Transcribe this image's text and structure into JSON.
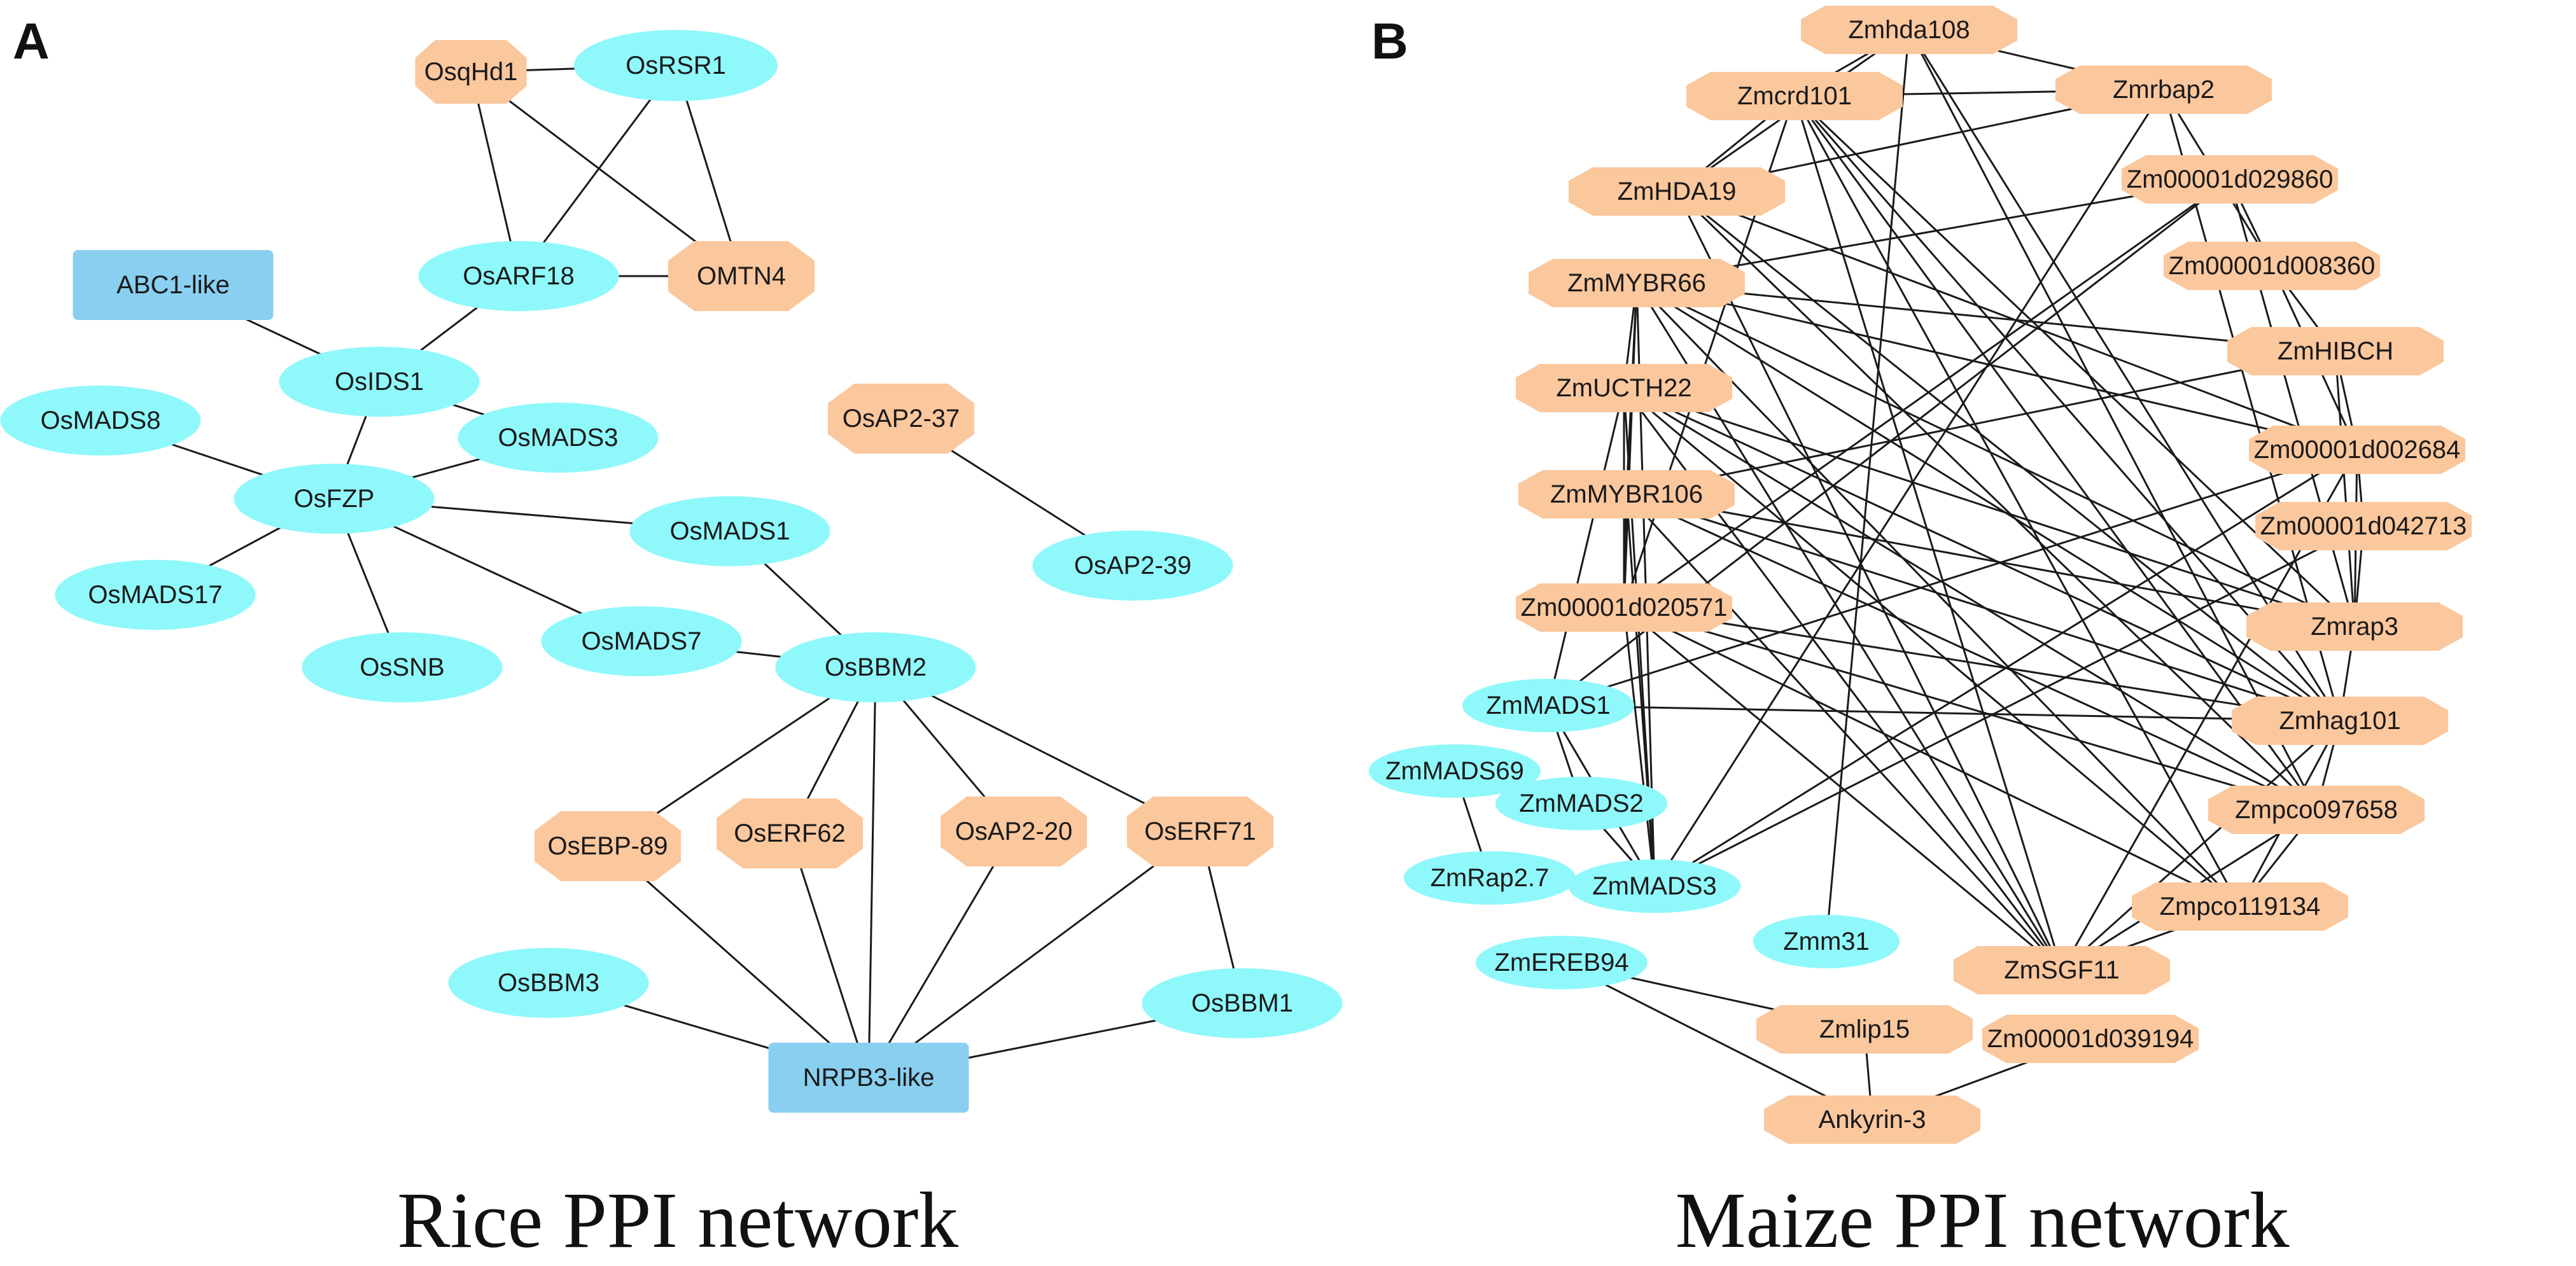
{
  "colors": {
    "protein_oval": "#8ff8fb",
    "protein_rect": "#89cff0",
    "protein_octagon": "#fbc79d",
    "edge": "#1a1a1a"
  },
  "panels": [
    {
      "letter": "A",
      "caption": "Rice PPI network",
      "nodes": [
        {
          "id": "OsqHd1",
          "label": "OsqHd1",
          "shape": "octagon"
        },
        {
          "id": "OsRSR1",
          "label": "OsRSR1",
          "shape": "ellipse"
        },
        {
          "id": "ABC1-like",
          "label": "ABC1-like",
          "shape": "rect"
        },
        {
          "id": "OsARF18",
          "label": "OsARF18",
          "shape": "ellipse"
        },
        {
          "id": "OMTN4",
          "label": "OMTN4",
          "shape": "octagon"
        },
        {
          "id": "OsIDS1",
          "label": "OsIDS1",
          "shape": "ellipse"
        },
        {
          "id": "OsMADS8",
          "label": "OsMADS8",
          "shape": "ellipse"
        },
        {
          "id": "OsMADS3",
          "label": "OsMADS3",
          "shape": "ellipse"
        },
        {
          "id": "OsAP2-37",
          "label": "OsAP2-37",
          "shape": "octagon"
        },
        {
          "id": "OsFZP",
          "label": "OsFZP",
          "shape": "ellipse"
        },
        {
          "id": "OsMADS1",
          "label": "OsMADS1",
          "shape": "ellipse"
        },
        {
          "id": "OsAP2-39",
          "label": "OsAP2-39",
          "shape": "ellipse"
        },
        {
          "id": "OsMADS17",
          "label": "OsMADS17",
          "shape": "ellipse"
        },
        {
          "id": "OsMADS7",
          "label": "OsMADS7",
          "shape": "ellipse"
        },
        {
          "id": "OsBBM2",
          "label": "OsBBM2",
          "shape": "ellipse"
        },
        {
          "id": "OsSNB",
          "label": "OsSNB",
          "shape": "ellipse"
        },
        {
          "id": "OsEBP-89",
          "label": "OsEBP-89",
          "shape": "octagon"
        },
        {
          "id": "OsERF62",
          "label": "OsERF62",
          "shape": "octagon"
        },
        {
          "id": "OsAP2-20",
          "label": "OsAP2-20",
          "shape": "octagon"
        },
        {
          "id": "OsERF71",
          "label": "OsERF71",
          "shape": "octagon"
        },
        {
          "id": "OsBBM3",
          "label": "OsBBM3",
          "shape": "ellipse"
        },
        {
          "id": "OsBBM1",
          "label": "OsBBM1",
          "shape": "ellipse"
        },
        {
          "id": "NRPB3-like",
          "label": "NRPB3-like",
          "shape": "rect"
        }
      ],
      "edges": [
        [
          "OsqHd1",
          "OsRSR1"
        ],
        [
          "OsqHd1",
          "OsARF18"
        ],
        [
          "OsqHd1",
          "OMTN4"
        ],
        [
          "OsRSR1",
          "OsARF18"
        ],
        [
          "OsRSR1",
          "OMTN4"
        ],
        [
          "OsARF18",
          "OMTN4"
        ],
        [
          "OsARF18",
          "OsIDS1"
        ],
        [
          "ABC1-like",
          "OsIDS1"
        ],
        [
          "OsIDS1",
          "OsFZP"
        ],
        [
          "OsIDS1",
          "OsMADS3"
        ],
        [
          "OsMADS8",
          "OsFZP"
        ],
        [
          "OsFZP",
          "OsMADS3"
        ],
        [
          "OsFZP",
          "OsMADS1"
        ],
        [
          "OsFZP",
          "OsMADS17"
        ],
        [
          "OsFZP",
          "OsSNB"
        ],
        [
          "OsFZP",
          "OsMADS7"
        ],
        [
          "OsMADS1",
          "OsBBM2"
        ],
        [
          "OsMADS7",
          "OsBBM2"
        ],
        [
          "OsAP2-37",
          "OsAP2-39"
        ],
        [
          "OsBBM2",
          "OsEBP-89"
        ],
        [
          "OsBBM2",
          "OsERF62"
        ],
        [
          "OsBBM2",
          "OsAP2-20"
        ],
        [
          "OsBBM2",
          "OsERF71"
        ],
        [
          "OsBBM2",
          "NRPB3-like"
        ],
        [
          "OsEBP-89",
          "NRPB3-like"
        ],
        [
          "OsERF62",
          "NRPB3-like"
        ],
        [
          "OsAP2-20",
          "NRPB3-like"
        ],
        [
          "OsERF71",
          "NRPB3-like"
        ],
        [
          "OsERF71",
          "OsBBM1"
        ],
        [
          "OsBBM3",
          "NRPB3-like"
        ],
        [
          "OsBBM1",
          "NRPB3-like"
        ]
      ]
    },
    {
      "letter": "B",
      "caption": "Maize PPI network",
      "nodes": [
        {
          "id": "Zmhda108",
          "label": "Zmhda108",
          "shape": "octagon"
        },
        {
          "id": "Zmcrd101",
          "label": "Zmcrd101",
          "shape": "octagon"
        },
        {
          "id": "Zmrbap2",
          "label": "Zmrbap2",
          "shape": "octagon"
        },
        {
          "id": "ZmHDA19",
          "label": "ZmHDA19",
          "shape": "octagon"
        },
        {
          "id": "Zm00001d029860",
          "label": "Zm00001d029860",
          "shape": "octagon"
        },
        {
          "id": "ZmMYBR66",
          "label": "ZmMYBR66",
          "shape": "octagon"
        },
        {
          "id": "Zm00001d008360",
          "label": "Zm00001d008360",
          "shape": "octagon"
        },
        {
          "id": "ZmHIBCH",
          "label": "ZmHIBCH",
          "shape": "octagon"
        },
        {
          "id": "ZmUCTH22",
          "label": "ZmUCTH22",
          "shape": "octagon"
        },
        {
          "id": "Zm00001d002684",
          "label": "Zm00001d002684",
          "shape": "octagon"
        },
        {
          "id": "ZmMYBR106",
          "label": "ZmMYBR106",
          "shape": "octagon"
        },
        {
          "id": "Zm00001d042713",
          "label": "Zm00001d042713",
          "shape": "octagon"
        },
        {
          "id": "Zm00001d020571",
          "label": "Zm00001d020571",
          "shape": "octagon"
        },
        {
          "id": "Zmrap3",
          "label": "Zmrap3",
          "shape": "octagon"
        },
        {
          "id": "ZmMADS1",
          "label": "ZmMADS1",
          "shape": "ellipse"
        },
        {
          "id": "Zmhag101",
          "label": "Zmhag101",
          "shape": "octagon"
        },
        {
          "id": "ZmMADS69",
          "label": "ZmMADS69",
          "shape": "ellipse"
        },
        {
          "id": "ZmMADS2",
          "label": "ZmMADS2",
          "shape": "ellipse"
        },
        {
          "id": "Zmpco097658",
          "label": "Zmpco097658",
          "shape": "octagon"
        },
        {
          "id": "ZmRap2.7",
          "label": "ZmRap2.7",
          "shape": "ellipse"
        },
        {
          "id": "ZmMADS3",
          "label": "ZmMADS3",
          "shape": "ellipse"
        },
        {
          "id": "Zmpco119134",
          "label": "Zmpco119134",
          "shape": "octagon"
        },
        {
          "id": "Zmm31",
          "label": "Zmm31",
          "shape": "ellipse"
        },
        {
          "id": "ZmEREB94",
          "label": "ZmEREB94",
          "shape": "ellipse"
        },
        {
          "id": "ZmSGF11",
          "label": "ZmSGF11",
          "shape": "octagon"
        },
        {
          "id": "Zmlip15",
          "label": "Zmlip15",
          "shape": "octagon"
        },
        {
          "id": "Zm00001d039194",
          "label": "Zm00001d039194",
          "shape": "octagon"
        },
        {
          "id": "Ankyrin-3",
          "label": "Ankyrin-3",
          "shape": "octagon"
        }
      ],
      "edges": [
        [
          "Zmhda108",
          "Zmcrd101"
        ],
        [
          "Zmhda108",
          "Zmrbap2"
        ],
        [
          "Zmhda108",
          "ZmHDA19"
        ],
        [
          "Zmhda108",
          "Zmm31"
        ],
        [
          "Zmhda108",
          "Zmhag101"
        ],
        [
          "Zmhda108",
          "Zmpco097658"
        ],
        [
          "Zmcrd101",
          "Zmrbap2"
        ],
        [
          "Zmcrd101",
          "ZmHDA19"
        ],
        [
          "Zmcrd101",
          "Zm00001d020571"
        ],
        [
          "Zmcrd101",
          "Zmrap3"
        ],
        [
          "Zmcrd101",
          "Zmhag101"
        ],
        [
          "Zmcrd101",
          "Zmpco097658"
        ],
        [
          "Zmcrd101",
          "Zmpco119134"
        ],
        [
          "Zmcrd101",
          "ZmSGF11"
        ],
        [
          "Zmrbap2",
          "ZmHDA19"
        ],
        [
          "Zmrbap2",
          "Zm00001d008360"
        ],
        [
          "Zmrbap2",
          "ZmMADS3"
        ],
        [
          "Zmrbap2",
          "Zmhag101"
        ],
        [
          "ZmHDA19",
          "Zm00001d002684"
        ],
        [
          "ZmHDA19",
          "Zmpco097658"
        ],
        [
          "ZmHDA19",
          "ZmSGF11"
        ],
        [
          "ZmHDA19",
          "Zmhag101"
        ],
        [
          "Zm00001d029860",
          "ZmMYBR66"
        ],
        [
          "Zm00001d029860",
          "Zm00001d020571"
        ],
        [
          "Zm00001d029860",
          "Zm00001d008360"
        ],
        [
          "Zm00001d029860",
          "Zmrap3"
        ],
        [
          "Zm00001d029860",
          "ZmMADS1"
        ],
        [
          "Zm00001d008360",
          "ZmHIBCH"
        ],
        [
          "Zm00001d008360",
          "Zm00001d002684"
        ],
        [
          "ZmMYBR66",
          "ZmHIBCH"
        ],
        [
          "ZmMYBR66",
          "ZmUCTH22"
        ],
        [
          "ZmMYBR66",
          "ZmMYBR106"
        ],
        [
          "ZmMYBR66",
          "Zm00001d020571"
        ],
        [
          "ZmMYBR66",
          "Zmrap3"
        ],
        [
          "ZmMYBR66",
          "Zmhag101"
        ],
        [
          "ZmMYBR66",
          "ZmSGF11"
        ],
        [
          "ZmMYBR66",
          "Zmpco119134"
        ],
        [
          "ZmMYBR66",
          "ZmMADS3"
        ],
        [
          "ZmMYBR66",
          "Zm00001d002684"
        ],
        [
          "ZmHIBCH",
          "ZmMYBR106"
        ],
        [
          "ZmHIBCH",
          "Zm00001d002684"
        ],
        [
          "ZmHIBCH",
          "Zmrap3"
        ],
        [
          "ZmUCTH22",
          "Zm00001d020571"
        ],
        [
          "ZmUCTH22",
          "Zmhag101"
        ],
        [
          "ZmUCTH22",
          "Zmpco097658"
        ],
        [
          "ZmUCTH22",
          "ZmSGF11"
        ],
        [
          "ZmUCTH22",
          "ZmMADS3"
        ],
        [
          "ZmUCTH22",
          "Zmrap3"
        ],
        [
          "ZmUCTH22",
          "ZmMADS1"
        ],
        [
          "ZmUCTH22",
          "Zmpco119134"
        ],
        [
          "Zm00001d002684",
          "Zm00001d042713"
        ],
        [
          "Zm00001d002684",
          "ZmMADS1"
        ],
        [
          "Zm00001d002684",
          "Zmrap3"
        ],
        [
          "Zm00001d002684",
          "ZmMADS3"
        ],
        [
          "Zm00001d002684",
          "ZmSGF11"
        ],
        [
          "ZmMYBR106",
          "Zm00001d020571"
        ],
        [
          "ZmMYBR106",
          "Zmhag101"
        ],
        [
          "ZmMYBR106",
          "Zmpco097658"
        ],
        [
          "ZmMYBR106",
          "ZmSGF11"
        ],
        [
          "ZmMYBR106",
          "ZmMADS3"
        ],
        [
          "ZmMYBR106",
          "Zmrap3"
        ],
        [
          "Zm00001d042713",
          "Zmrap3"
        ],
        [
          "Zm00001d042713",
          "ZmMADS3"
        ],
        [
          "Zm00001d020571",
          "Zmhag101"
        ],
        [
          "Zm00001d020571",
          "Zmpco097658"
        ],
        [
          "Zm00001d020571",
          "ZmSGF11"
        ],
        [
          "Zm00001d020571",
          "ZmMADS3"
        ],
        [
          "Zm00001d020571",
          "Zmpco119134"
        ],
        [
          "Zmrap3",
          "Zmhag101"
        ],
        [
          "ZmMADS1",
          "ZmMADS2"
        ],
        [
          "ZmMADS1",
          "ZmMADS3"
        ],
        [
          "ZmMADS1",
          "Zmhag101"
        ],
        [
          "Zmhag101",
          "Zmpco097658"
        ],
        [
          "Zmhag101",
          "ZmSGF11"
        ],
        [
          "Zmhag101",
          "Zmpco119134"
        ],
        [
          "ZmMADS69",
          "ZmRap2.7"
        ],
        [
          "ZmMADS2",
          "ZmMADS3"
        ],
        [
          "Zmpco097658",
          "Zmpco119134"
        ],
        [
          "Zmpco097658",
          "ZmSGF11"
        ],
        [
          "Zmpco119134",
          "ZmSGF11"
        ],
        [
          "ZmEREB94",
          "Zmlip15"
        ],
        [
          "ZmEREB94",
          "Ankyrin-3"
        ],
        [
          "Zmlip15",
          "Ankyrin-3"
        ],
        [
          "Zm00001d039194",
          "Ankyrin-3"
        ]
      ]
    }
  ]
}
